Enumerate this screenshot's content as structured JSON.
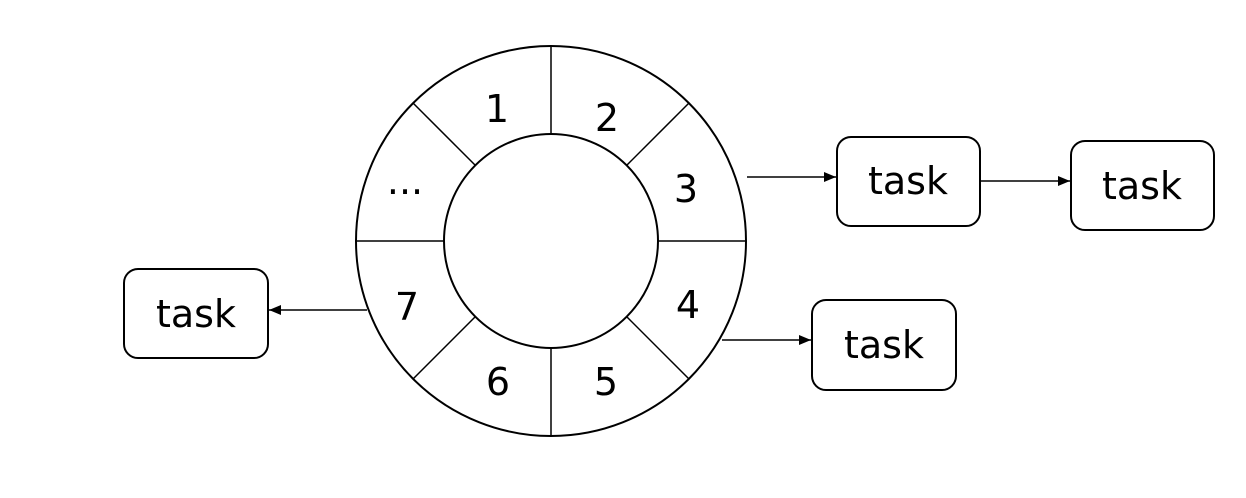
{
  "wheel": {
    "slots": [
      {
        "label": "1"
      },
      {
        "label": "2"
      },
      {
        "label": "3"
      },
      {
        "label": "4"
      },
      {
        "label": "5"
      },
      {
        "label": "6"
      },
      {
        "label": "7"
      },
      {
        "label": "..."
      }
    ]
  },
  "tasks": {
    "slot3_first": "task",
    "slot3_second": "task",
    "slot4": "task",
    "slot7": "task"
  }
}
